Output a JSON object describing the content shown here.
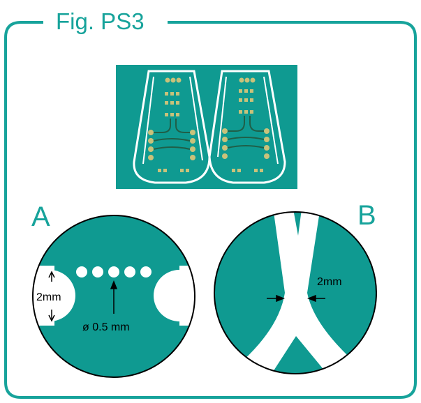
{
  "figure_title": "Fig. PS3",
  "panel_a": {
    "letter": "A",
    "hole_diameter_label": "ø 0.5 mm",
    "gap_label": "2mm"
  },
  "panel_b": {
    "letter": "B",
    "trace_width_label": "2mm"
  },
  "colors": {
    "teal": "#0f9a91",
    "frame": "#17a39b",
    "white": "#ffffff",
    "pad": "#c9c27a",
    "trace": "#1f5f48"
  }
}
